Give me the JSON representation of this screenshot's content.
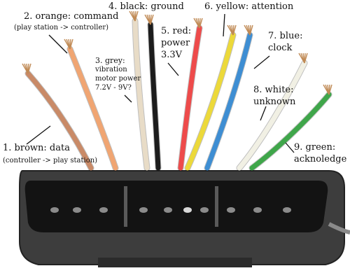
{
  "wires": [
    {
      "num": "1.",
      "color_name": "brown",
      "line1": "1. brown: data",
      "line2": "(controller -> play station)",
      "hex": "#c98a67"
    },
    {
      "num": "2.",
      "color_name": "orange",
      "line1": "2. orange: command",
      "line2": "(play station -> controller)",
      "hex": "#f0a572"
    },
    {
      "num": "3.",
      "color_name": "grey",
      "line1": "3. grey:",
      "line2": "vibration",
      "line3": "motor power",
      "line4": "7.2V - 9V?",
      "hex": "#e8dcc7"
    },
    {
      "num": "4.",
      "color_name": "black",
      "line1": "4. black: ground",
      "hex": "#1c1c1c"
    },
    {
      "num": "5.",
      "color_name": "red",
      "line1": "5. red:",
      "line2": "power",
      "line3": "3.3V",
      "hex": "#ee4b4b"
    },
    {
      "num": "6.",
      "color_name": "yellow",
      "line1": "6. yellow: attention",
      "hex": "#ecd93a"
    },
    {
      "num": "7.",
      "color_name": "blue",
      "line1": "7. blue:",
      "line2": "clock",
      "hex": "#3e8ed3"
    },
    {
      "num": "8.",
      "color_name": "white",
      "line1": "8. white:",
      "line2": "unknown",
      "hex": "#f1f0e4"
    },
    {
      "num": "9.",
      "color_name": "green",
      "line1": "9. green:",
      "line2": "acknoledge",
      "hex": "#3fa64a"
    }
  ],
  "colors": {
    "connector_body": "#3a3a3a",
    "connector_face": "#1a1a1a",
    "pin": "#8b8b8b",
    "copper": "#c08a55"
  }
}
